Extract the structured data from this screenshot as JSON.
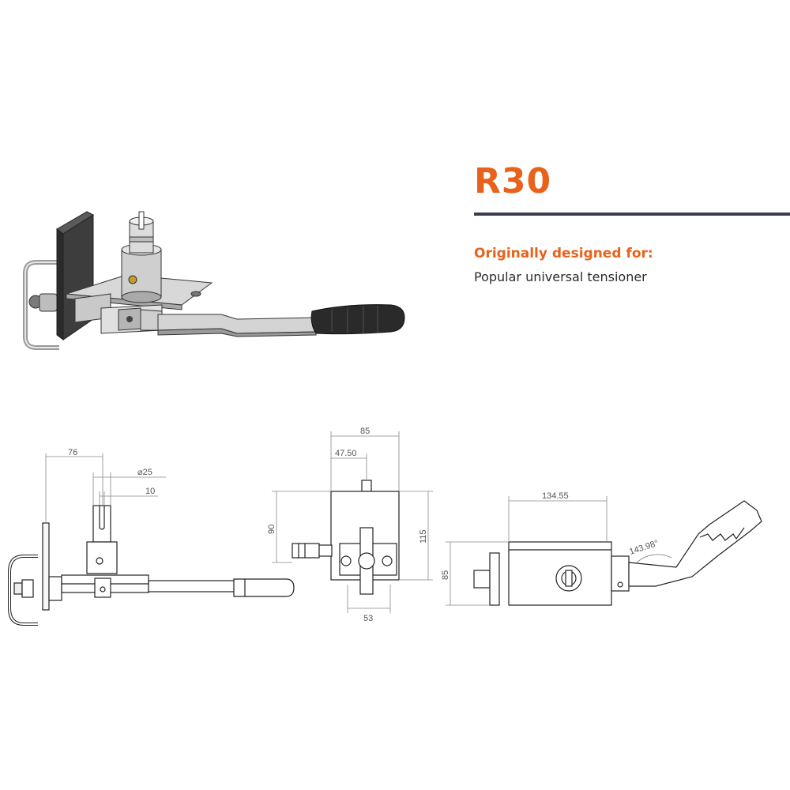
{
  "product": {
    "name": "R30",
    "designed_for_label": "Originally designed for:",
    "designed_for_value": "Popular universal tensioner"
  },
  "colors": {
    "accent": "#E8621C",
    "rule": "#3A3D4C",
    "text": "#2B2B2B",
    "line": "#222222",
    "dim": "#888888"
  },
  "dimensions": {
    "side_view": {
      "width_76": "76",
      "diameter": "⌀25",
      "slot_10": "10"
    },
    "front_view": {
      "width_85": "85",
      "offset_47_50": "47.50",
      "height_90": "90",
      "height_115": "115",
      "base_53": "53"
    },
    "top_view": {
      "length": "134.55",
      "height_85": "85",
      "angle": "143.98°"
    }
  }
}
